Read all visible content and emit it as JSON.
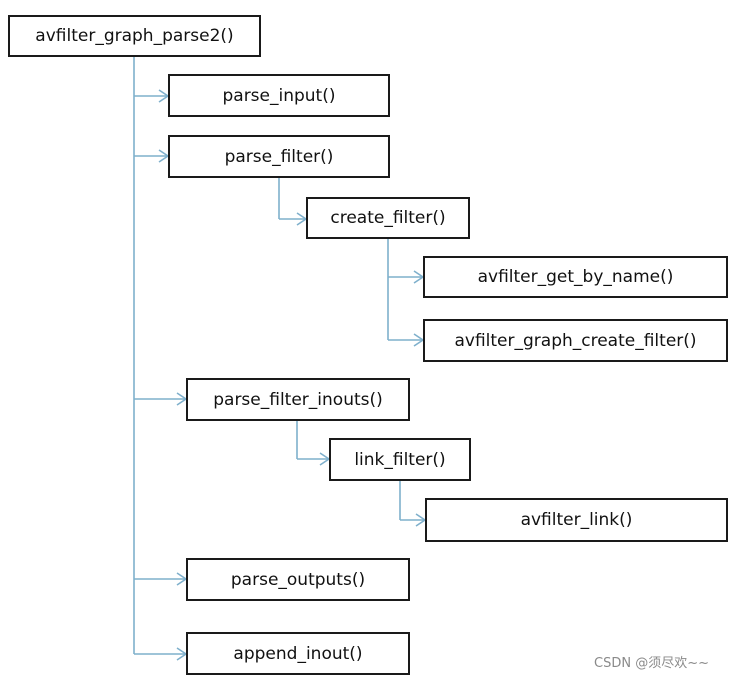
{
  "colors": {
    "connector": "#7fb0cc",
    "box_border": "#1a1a1a",
    "text": "#111111"
  },
  "nodes": {
    "root": "avfilter_graph_parse2()",
    "parse_input": "parse_input()",
    "parse_filter": "parse_filter()",
    "create_filter": "create_filter()",
    "get_by_name": "avfilter_get_by_name()",
    "graph_create_filter": "avfilter_graph_create_filter()",
    "parse_filter_inouts": "parse_filter_inouts()",
    "link_filter": "link_filter()",
    "avfilter_link": "avfilter_link()",
    "parse_outputs": "parse_outputs()",
    "append_inout": "append_inout()"
  },
  "watermark": "CSDN @须尽欢~~"
}
